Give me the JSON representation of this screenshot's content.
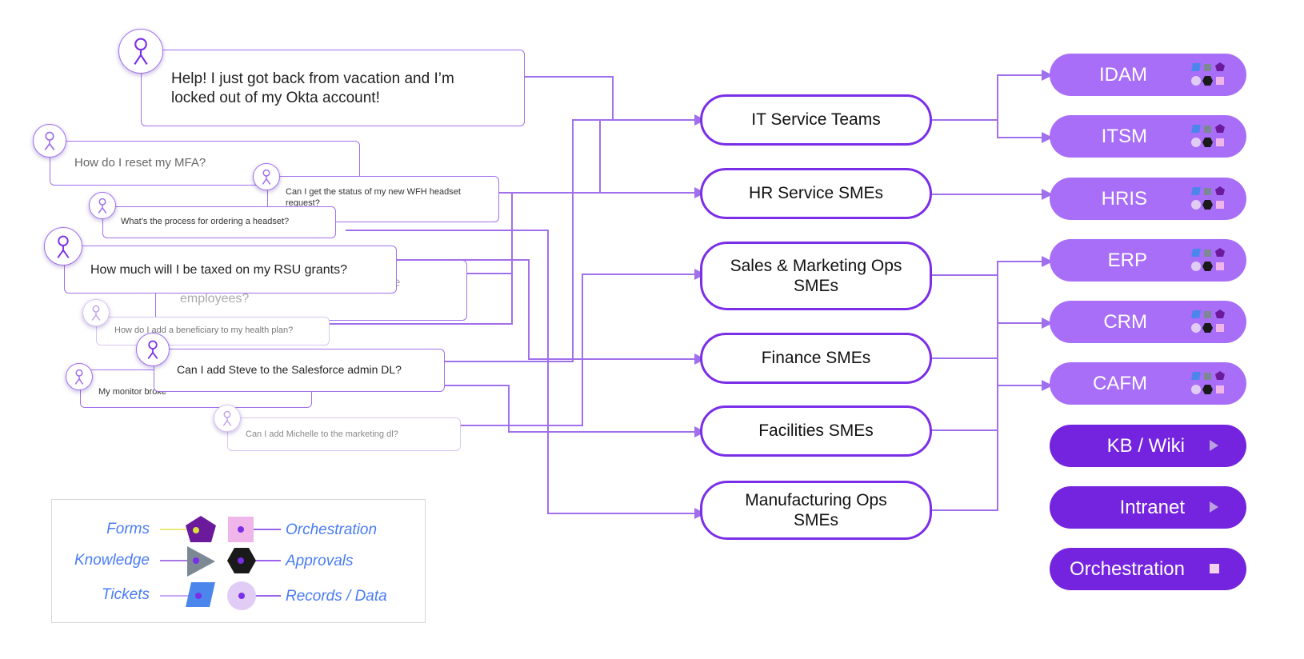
{
  "requests": [
    {
      "text": "Help! I just got back from vacation and I’m locked out of my Okta account!"
    },
    {
      "text": "How do I reset my MFA?"
    },
    {
      "text": "Can I get the status of my new WFH headset request?"
    },
    {
      "text": "What’s the process for ordering a headset?"
    },
    {
      "text": "How much will I be taxed on my RSU grants?"
    },
    {
      "text": "What’s our 401K match % for part-time employees?"
    },
    {
      "text": "How do I add a beneficiary to my health plan?"
    },
    {
      "text": "Can I add Steve to the Salesforce admin DL?"
    },
    {
      "text": "My monitor broke"
    },
    {
      "text": "Can I add Michelle to the marketing dl?"
    }
  ],
  "teams": [
    {
      "label": "IT Service Teams"
    },
    {
      "label": "HR Service SMEs"
    },
    {
      "label": "Sales & Marketing Ops SMEs"
    },
    {
      "label": "Finance SMEs"
    },
    {
      "label": "Facilities SMEs"
    },
    {
      "label": "Manufacturing Ops SMEs"
    }
  ],
  "systems": [
    {
      "label": "IDAM",
      "style": "light",
      "icon": "capability-icons"
    },
    {
      "label": "ITSM",
      "style": "light",
      "icon": "capability-icons"
    },
    {
      "label": "HRIS",
      "style": "light",
      "icon": "capability-icons"
    },
    {
      "label": "ERP",
      "style": "light",
      "icon": "capability-icons"
    },
    {
      "label": "CRM",
      "style": "light",
      "icon": "capability-icons"
    },
    {
      "label": "CAFM",
      "style": "light",
      "icon": "capability-icons"
    },
    {
      "label": "KB / Wiki",
      "style": "dark",
      "icon": "play-triangle-icon"
    },
    {
      "label": "Intranet",
      "style": "dark",
      "icon": "play-triangle-icon"
    },
    {
      "label": "Orchestration",
      "style": "dark",
      "icon": "square-icon"
    }
  ],
  "legend": {
    "forms": "Forms",
    "knowledge": "Knowledge",
    "tickets": "Tickets",
    "orchestration": "Orchestration",
    "approvals": "Approvals",
    "records": "Records / Data"
  },
  "colors": {
    "accent": "#7a2ee8",
    "wire": "#a070ec",
    "system_light": "#a86ef7",
    "system_dark": "#7424de",
    "legend_text": "#4a7cf4",
    "forms": "#6b1a9c",
    "knowledge": "#7c8894",
    "tickets": "#4a86ec",
    "orchestration": "#f0b6ea",
    "approvals": "#1a1a1a",
    "records": "#e0ccf5"
  }
}
